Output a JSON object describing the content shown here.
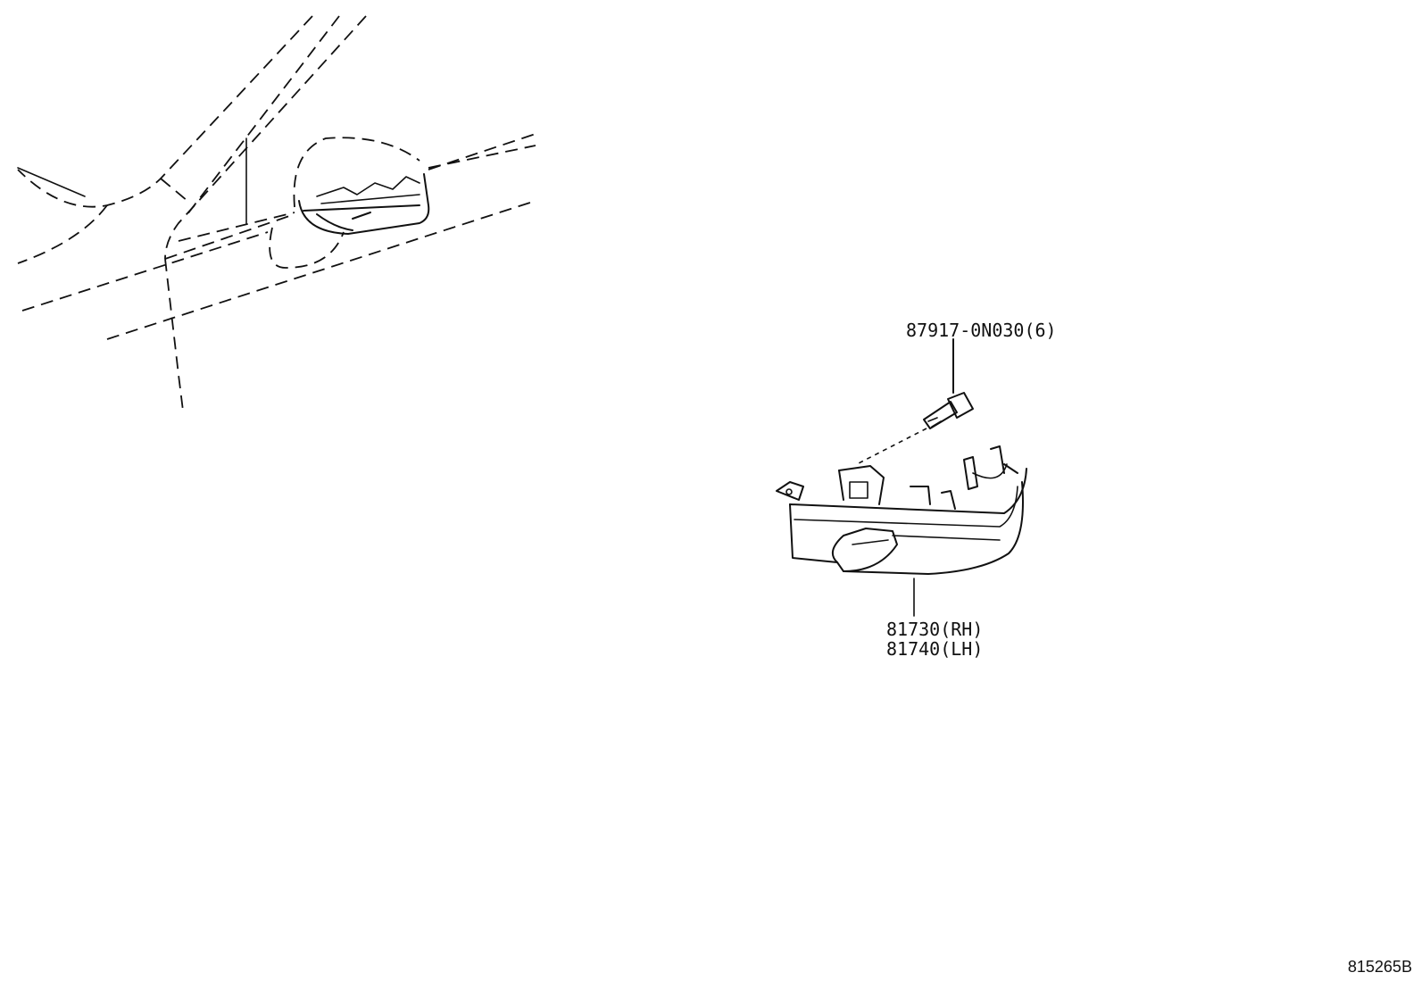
{
  "callouts": {
    "screw_part": "87917-0N030(6)",
    "lamp_rh": "81730(RH)",
    "lamp_lh": "81740(LH)"
  },
  "diagram_code": "815265B",
  "icons": [
    "door-mirror-overview-illustration",
    "screw-icon",
    "side-turn-signal-lamp-illustration"
  ]
}
